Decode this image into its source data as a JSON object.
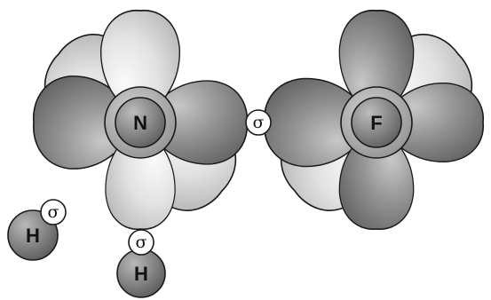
{
  "atoms": {
    "nitrogen": "N",
    "fluorine": "F",
    "hydrogen_left": "H",
    "hydrogen_bottom": "H"
  },
  "bonds": {
    "n_f": "σ",
    "n_h_left": "σ",
    "n_h_bottom": "σ"
  },
  "colors": {
    "dark_lobe": "#8a8a8a",
    "light_lobe": "#dcdcdc",
    "ring": "#a3a3a3",
    "core": "#7a7a7a",
    "hydrogen": "#6e6e6e",
    "bond_circle": "#ffffff",
    "outline": "#1a1a1a"
  }
}
